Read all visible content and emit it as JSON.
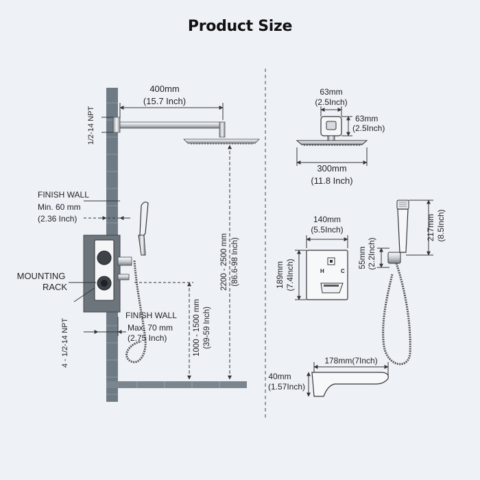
{
  "title": "Product Size",
  "labels": {
    "arm_len": "400mm",
    "arm_len_in": "(15.7 Inch)",
    "npt_top": "1/2-14 NPT",
    "finish_wall_1": "FINISH  WALL",
    "min_depth": "Min. 60 mm",
    "min_depth_in": "(2.36 Inch)",
    "mounting_1": "MOUNTING",
    "mounting_2": "RACK",
    "finish_wall_2": "FINISH  WALL",
    "max_depth": "Max. 70 mm",
    "max_depth_in": "(2.75 Inch)",
    "npt_bottom": "4 - 1/2-14 NPT",
    "head_height": "2200 - 2500 mm",
    "head_height_in": "(86.6-98 Inch)",
    "valve_height": "1000 - 1500 mm",
    "valve_height_in": "(39-59 Inch)",
    "flange_w": "63mm",
    "flange_w_in": "(2.5Inch)",
    "flange_h": "63mm",
    "flange_h_in": "(2.5Inch)",
    "head_w": "300mm",
    "head_w_in": "(11.8 Inch)",
    "plate_w": "140mm",
    "plate_w_in": "(5.5Inch)",
    "plate_h": "189mm",
    "plate_h_in": "(7.4Inch)",
    "holder_h": "55mm",
    "holder_h_in": "(2.2Inch)",
    "hand_h": "217mm",
    "hand_h_in": "(8.5Inch)",
    "spout_len": "178mm(7Inch)",
    "spout_h": "40mm",
    "spout_h_in": "(1.57Inch)",
    "valve_h": "H",
    "valve_c": "C"
  },
  "colors": {
    "background": "#eef2f7",
    "wall": "#6f7b84",
    "line": "#333333",
    "chrome_light": "#f4f6f8",
    "chrome_dark": "#6a7076",
    "text": "#222222"
  }
}
